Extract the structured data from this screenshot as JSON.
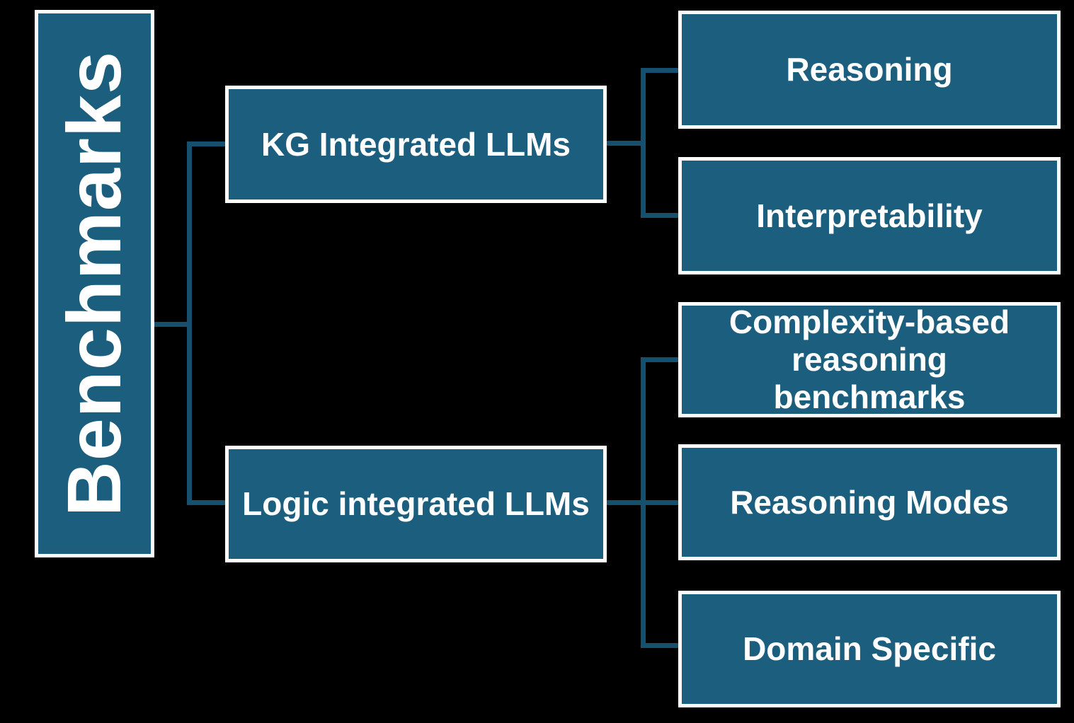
{
  "diagram": {
    "type": "hierarchy-tree",
    "orientation": "left-to-right",
    "root": {
      "label": "Benchmarks"
    },
    "branches": [
      {
        "label": "KG Integrated LLMs",
        "children": [
          {
            "label": "Reasoning"
          },
          {
            "label": "Interpretability"
          }
        ]
      },
      {
        "label": "Logic integrated LLMs",
        "children": [
          {
            "label": "Complexity-based reasoning benchmarks"
          },
          {
            "label": "Reasoning Modes"
          },
          {
            "label": "Domain Specific"
          }
        ]
      }
    ],
    "colors": {
      "bg": "#000000",
      "fill": "#1B5E7D",
      "line": "#15516E",
      "border": "#FFFFFF",
      "text": "#FFFFFF"
    }
  }
}
